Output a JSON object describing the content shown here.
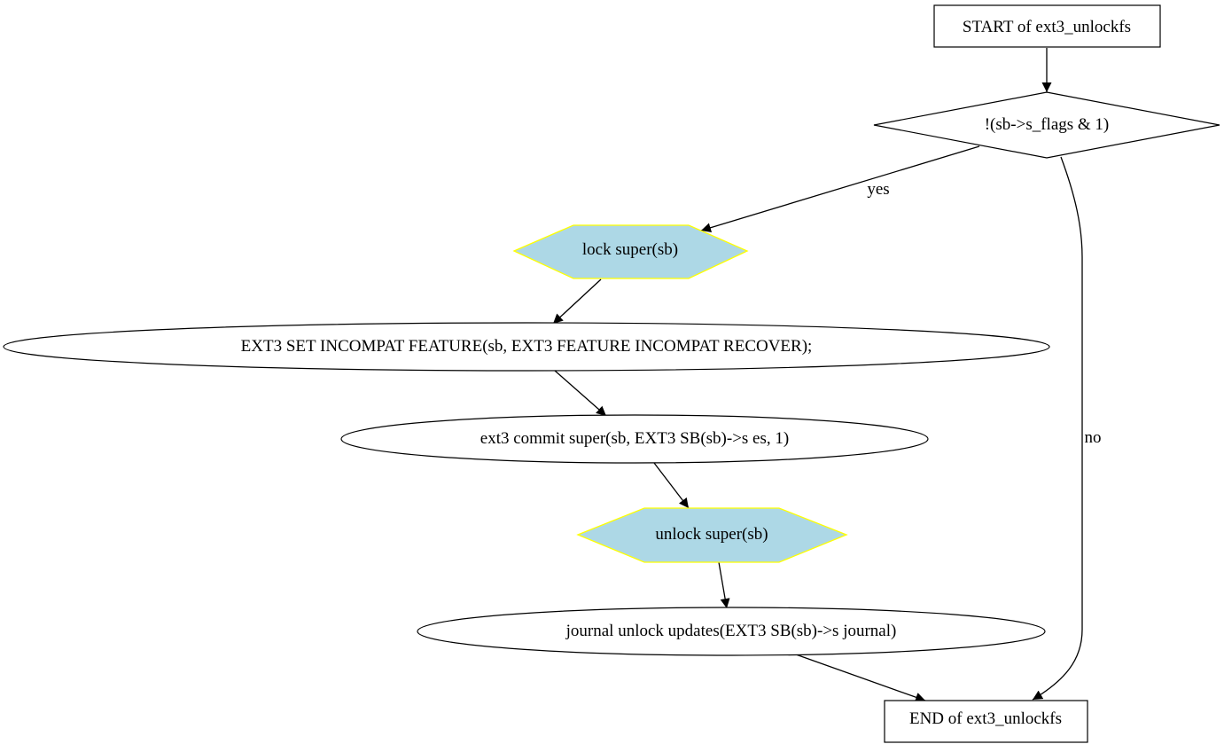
{
  "diagram": {
    "colors": {
      "hexagon_fill": "#add8e6",
      "hexagon_stroke": "#ffff00",
      "stroke": "#000000",
      "background": "#ffffff"
    },
    "nodes": {
      "start": "START of ext3_unlockfs",
      "condition": "!(sb->s_flags & 1)",
      "lock_super": "lock  super(sb)",
      "set_feature": "EXT3  SET  INCOMPAT  FEATURE(sb, EXT3  FEATURE  INCOMPAT  RECOVER);",
      "commit_super": "ext3  commit  super(sb, EXT3  SB(sb)->s  es, 1)",
      "unlock_super": "unlock  super(sb)",
      "journal_unlock": "journal  unlock  updates(EXT3  SB(sb)->s  journal)",
      "end": "END of ext3_unlockfs"
    },
    "edge_labels": {
      "yes": "yes",
      "no": "no"
    }
  }
}
